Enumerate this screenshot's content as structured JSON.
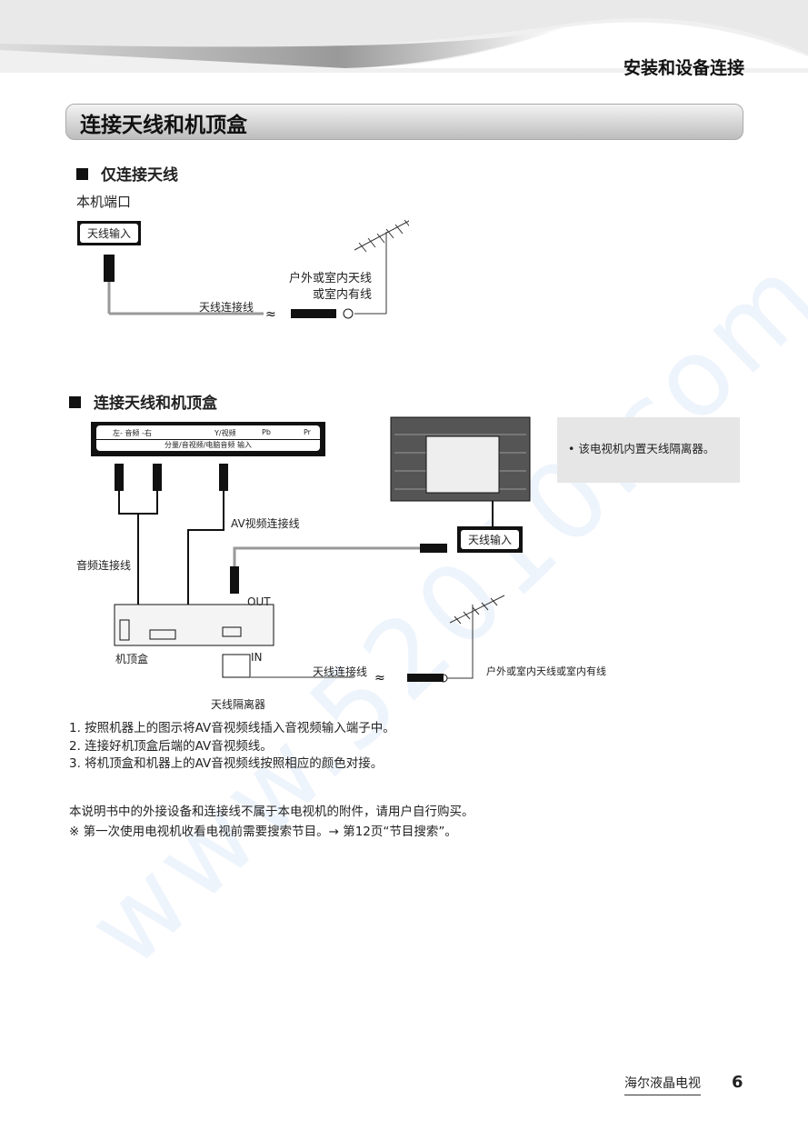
{
  "header": {
    "chapter": "安装和设备连接"
  },
  "section_title": "连接天线和机顶盒",
  "part1": {
    "heading": "仅连接天线",
    "port_caption": "本机端口",
    "port_label": "天线输入",
    "cable_label": "天线连接线",
    "antenna_label_1": "户外或室内天线",
    "antenna_label_2": "或室内有线"
  },
  "part2": {
    "heading": "连接天线和机顶盒",
    "panel": {
      "left": "左",
      "audio": "- 音频 -",
      "right": "右",
      "video": "Y/视频",
      "pb": "Pb",
      "pr": "Pr",
      "bottom": "分量/音视频/电脑音频 输入"
    },
    "av_cable": "AV视频连接线",
    "audio_cable": "音频连接线",
    "out": "OUT",
    "in": "IN",
    "stb": "机顶盒",
    "splitter": "天线隔离器",
    "cable": "天线连接线",
    "antenna": "户外或室内天线或室内有线",
    "tv_port": "天线输入",
    "note": "该电视机内置天线隔离器。"
  },
  "steps": [
    "1. 按照机器上的图示将AV音视频线插入音视频输入端子中。",
    "2. 连接好机顶盒后端的AV音视频线。",
    "3. 将机顶盒和机器上的AV音视频线按照相应的颜色对接。"
  ],
  "footnotes": [
    "本说明书中的外接设备和连接线不属于本电视机的附件，请用户自行购买。",
    "※ 第一次使用电视机收看电视前需要搜索节目。→ 第12页“节目搜索”。"
  ],
  "footer": {
    "brand": "海尔液晶电视",
    "page": "6"
  },
  "watermark": "www.52010.com"
}
